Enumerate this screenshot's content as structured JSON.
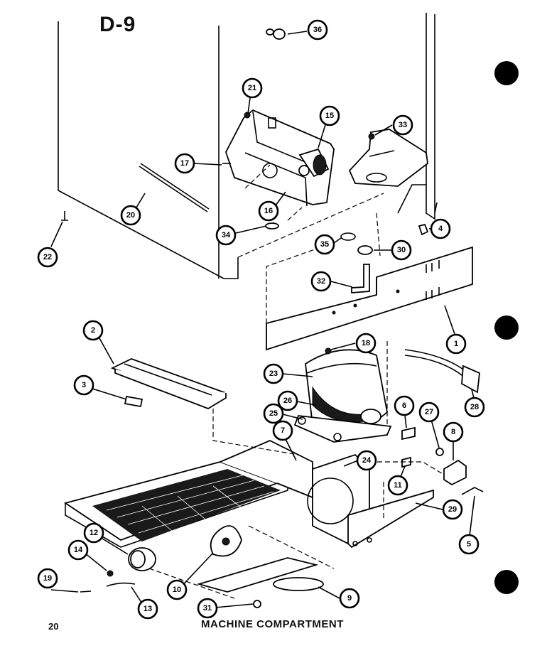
{
  "diagram_code": "D-9",
  "page_number": "20",
  "caption": "MACHINE COMPARTMENT",
  "callouts": [
    "36",
    "21",
    "15",
    "33",
    "17",
    "20",
    "16",
    "34",
    "4",
    "22",
    "35",
    "30",
    "32",
    "1",
    "18",
    "2",
    "23",
    "26",
    "3",
    "25",
    "6",
    "27",
    "8",
    "7",
    "24",
    "11",
    "28",
    "12",
    "29",
    "14",
    "5",
    "19",
    "10",
    "13",
    "31",
    "9"
  ]
}
